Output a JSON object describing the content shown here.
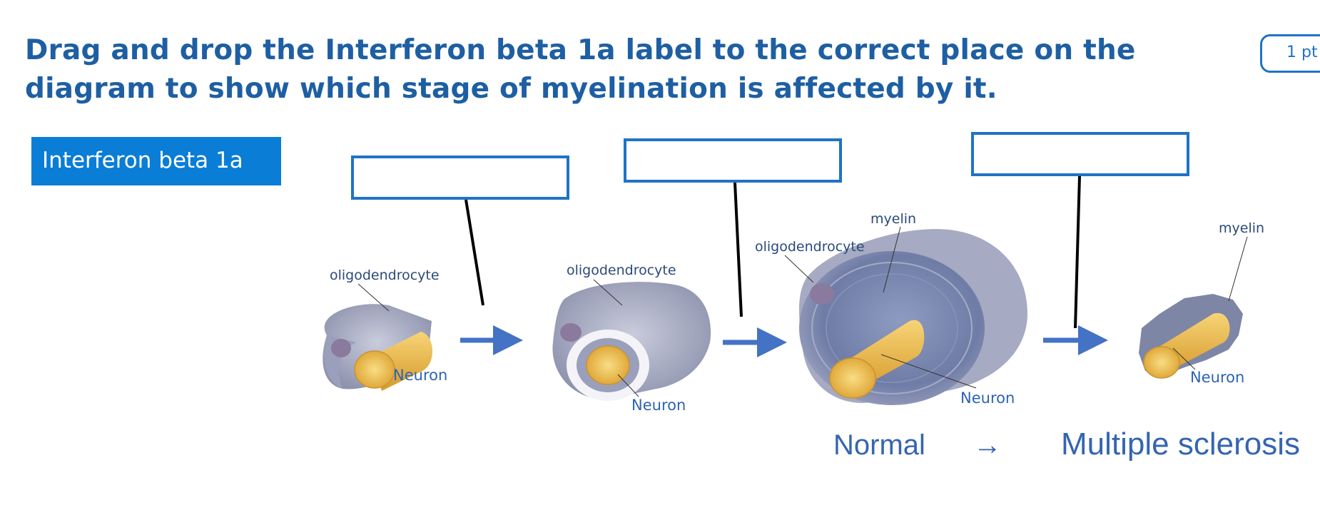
{
  "question": {
    "line1": "Drag and drop the Interferon beta 1a label to the correct place on the",
    "line2": "diagram to show which stage of myelination is affected by it."
  },
  "points_badge": "1 pt",
  "drag_label": "Interferon beta 1a",
  "diagram": {
    "stage1": {
      "oligodendrocyte": "oligodendrocyte",
      "neuron": "Neuron"
    },
    "stage2": {
      "oligodendrocyte": "oligodendrocyte",
      "neuron": "Neuron"
    },
    "stage3": {
      "myelin": "myelin",
      "oligodendrocyte": "oligodendrocyte",
      "neuron": "Neuron"
    },
    "stage4": {
      "myelin": "myelin",
      "neuron": "Neuron"
    },
    "captions": {
      "normal": "Normal",
      "arrow": "→",
      "ms": "Multiple sclerosis"
    }
  },
  "colors": {
    "title": "#1e5fa3",
    "accent": "#0a7dd6",
    "drop_border": "#1f73c6",
    "arrow": "#4472c4",
    "axon": "#f2c34a",
    "sheath": "#a9adc4"
  }
}
